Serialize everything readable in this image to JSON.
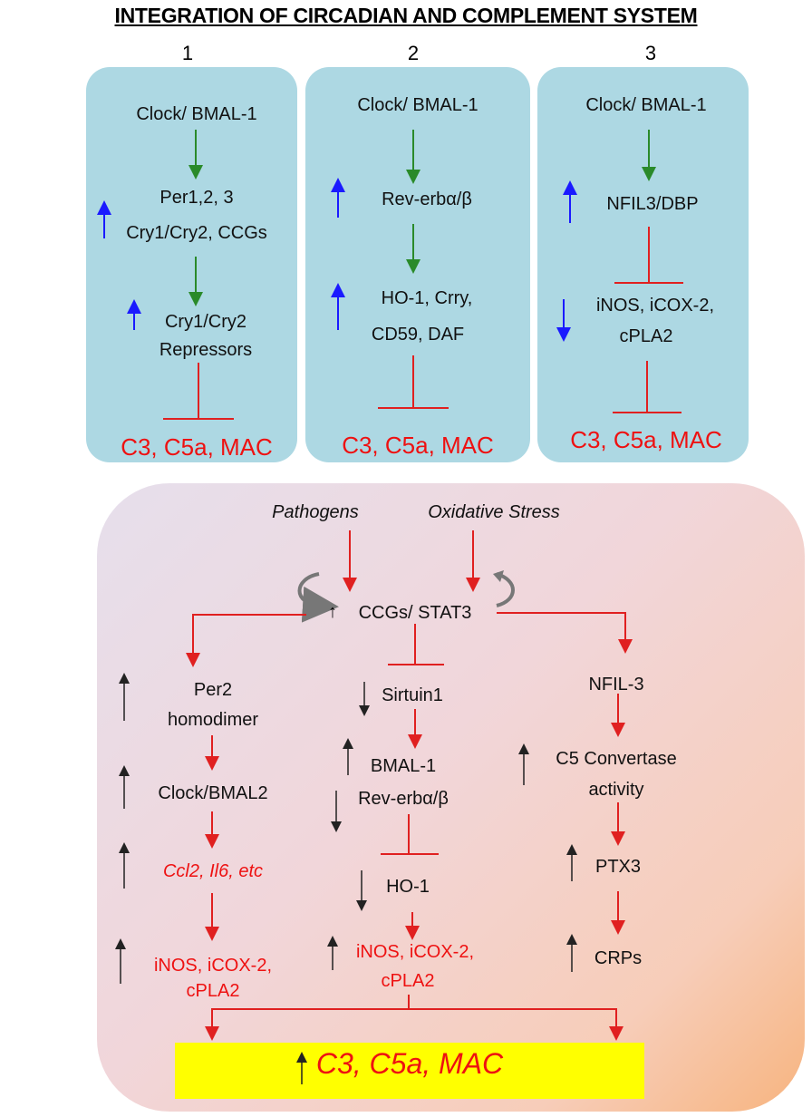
{
  "title": "INTEGRATION OF CIRCADIAN AND COMPLEMENT SYSTEM",
  "panels": [
    {
      "number": "1",
      "top": "Clock/ BMAL-1",
      "mid_line1": "Per1,2, 3",
      "mid_line2": "Cry1/Cry2, CCGs",
      "low_line1": "Cry1/Cry2",
      "low_line2": "Repressors",
      "output": "C3, C5a, MAC"
    },
    {
      "number": "2",
      "top": "Clock/ BMAL-1",
      "mid_line1": "Rev-erbα/β",
      "low_line1": "HO-1, Crry,",
      "low_line2": "CD59, DAF",
      "output": "C3, C5a, MAC"
    },
    {
      "number": "3",
      "top": "Clock/ BMAL-1",
      "mid_line1": "NFIL3/DBP",
      "low_line1": "iNOS, iCOX-2,",
      "low_line2": "cPLA2",
      "output": "C3, C5a, MAC"
    }
  ],
  "lower": {
    "input_left": "Pathogens",
    "input_right": "Oxidative Stress",
    "center": "CCGs/ STAT3",
    "left_col": {
      "n1_line1": "Per2",
      "n1_line2": "homodimer",
      "n2": "Clock/BMAL2",
      "n3": "Ccl2, Il6, etc",
      "n4_line1": "iNOS, iCOX-2,",
      "n4_line2": "cPLA2"
    },
    "mid_col": {
      "n1": "Sirtuin1",
      "n2_line1": "BMAL-1",
      "n2_line2": "Rev-erbα/β",
      "n3": "HO-1",
      "n4_line1": "iNOS, iCOX-2,",
      "n4_line2": "cPLA2"
    },
    "right_col": {
      "n1": "NFIL-3",
      "n2_line1": "C5 Convertase",
      "n2_line2": "activity",
      "n3": "PTX3",
      "n4": "CRPs"
    },
    "final_output": "C3, C5a, MAC"
  },
  "colors": {
    "panel_bg": "#add8e3",
    "activation_arrow": "#2a8a2a",
    "inhibition": "#e02020",
    "up_arrow_blue": "#1a1aff",
    "red_text": "#ee1111",
    "highlight": "#ffff00"
  }
}
